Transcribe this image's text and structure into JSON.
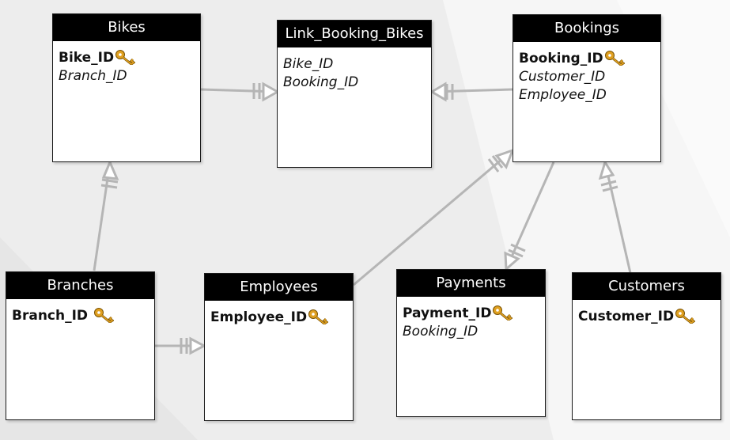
{
  "entities": {
    "bikes": {
      "title": "Bikes",
      "pk": "Bike_ID",
      "fks": [
        "Branch_ID"
      ]
    },
    "link": {
      "title": "Link_Booking_Bikes",
      "pk": "",
      "fks": [
        "Bike_ID",
        "Booking_ID"
      ]
    },
    "bookings": {
      "title": "Bookings",
      "pk": "Booking_ID",
      "fks": [
        "Customer_ID",
        "Employee_ID"
      ]
    },
    "branches": {
      "title": "Branches",
      "pk": "Branch_ID",
      "fks": []
    },
    "employees": {
      "title": "Employees",
      "pk": "Employee_ID",
      "fks": []
    },
    "payments": {
      "title": "Payments",
      "pk": "Payment_ID",
      "fks": [
        "Booking_ID"
      ]
    },
    "customers": {
      "title": "Customers",
      "pk": "Customer_ID",
      "fks": []
    }
  },
  "relationships": [
    {
      "from": "Bikes",
      "to": "Link_Booking_Bikes",
      "type": "one-to-many"
    },
    {
      "from": "Bookings",
      "to": "Link_Booking_Bikes",
      "type": "one-to-many"
    },
    {
      "from": "Branches",
      "to": "Bikes",
      "type": "one-to-many"
    },
    {
      "from": "Branches",
      "to": "Employees",
      "type": "one-to-many"
    },
    {
      "from": "Employees",
      "to": "Bookings",
      "type": "one-to-many"
    },
    {
      "from": "Bookings",
      "to": "Payments",
      "type": "one-to-many"
    },
    {
      "from": "Customers",
      "to": "Bookings",
      "type": "one-to-many"
    }
  ],
  "colors": {
    "header": "#000000",
    "connector": "#b8b8b8",
    "key": "#e0a020"
  }
}
